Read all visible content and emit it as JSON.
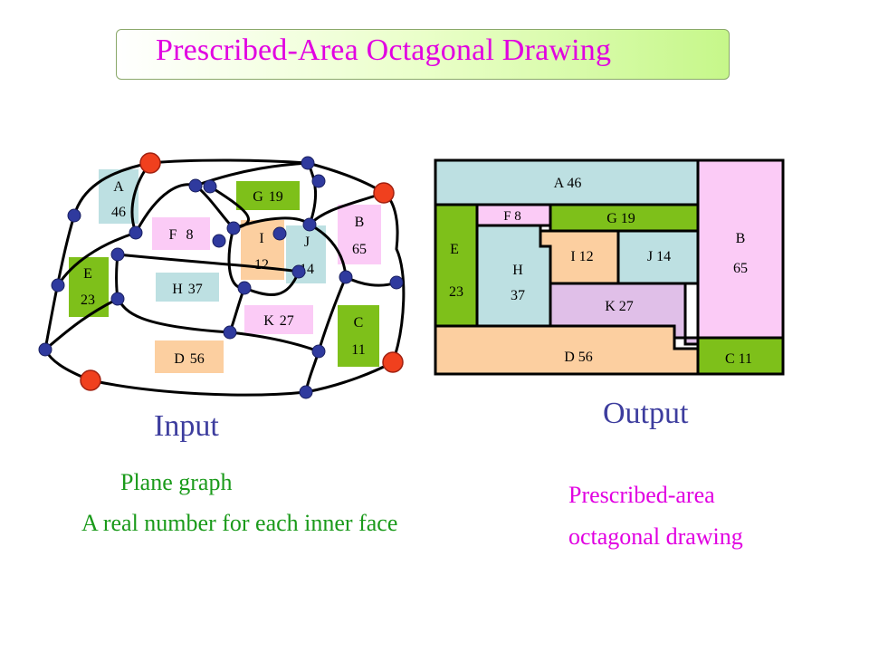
{
  "title": "Prescribed-Area Octagonal Drawing",
  "input": {
    "heading": "Input",
    "line1": "Plane graph",
    "line2": "A real number for each inner face",
    "faces": {
      "A": {
        "name": "A",
        "area": "46"
      },
      "B": {
        "name": "B",
        "area": "65"
      },
      "C": {
        "name": "C",
        "area": "11"
      },
      "D": {
        "name": "D",
        "area": "56"
      },
      "E": {
        "name": "E",
        "area": "23"
      },
      "F": {
        "name": "F",
        "area": "8"
      },
      "G": {
        "name": "G",
        "area": "19"
      },
      "H": {
        "name": "H",
        "area": "37"
      },
      "I": {
        "name": "I",
        "area": "12"
      },
      "J": {
        "name": "J",
        "area": "14"
      },
      "K": {
        "name": "K",
        "area": "27"
      }
    }
  },
  "output": {
    "heading": "Output",
    "line1": "Prescribed-area",
    "line2": "octagonal drawing",
    "faces": {
      "A": "A  46",
      "B_name": "B",
      "B_area": "65",
      "C": "C  11",
      "D": "D  56",
      "E_name": "E",
      "E_area": "23",
      "F": "F  8",
      "G": "G  19",
      "H_name": "H",
      "H_area": "37",
      "I": "I  12",
      "J": "J  14",
      "K": "K  27"
    }
  },
  "colors": {
    "title_text": "#e100e1",
    "heading_text": "#3d3d9e",
    "input_desc_text": "#1a9a1a",
    "output_desc_text": "#e100e1",
    "face_blue": "#bde0e2",
    "face_pink": "#fbcbf6",
    "face_green": "#7ec01a",
    "face_orange": "#fccfa0",
    "face_lavender": "#e0bfe8",
    "vertex_blue": "#2f3a9e",
    "vertex_red": "#f0401e"
  }
}
